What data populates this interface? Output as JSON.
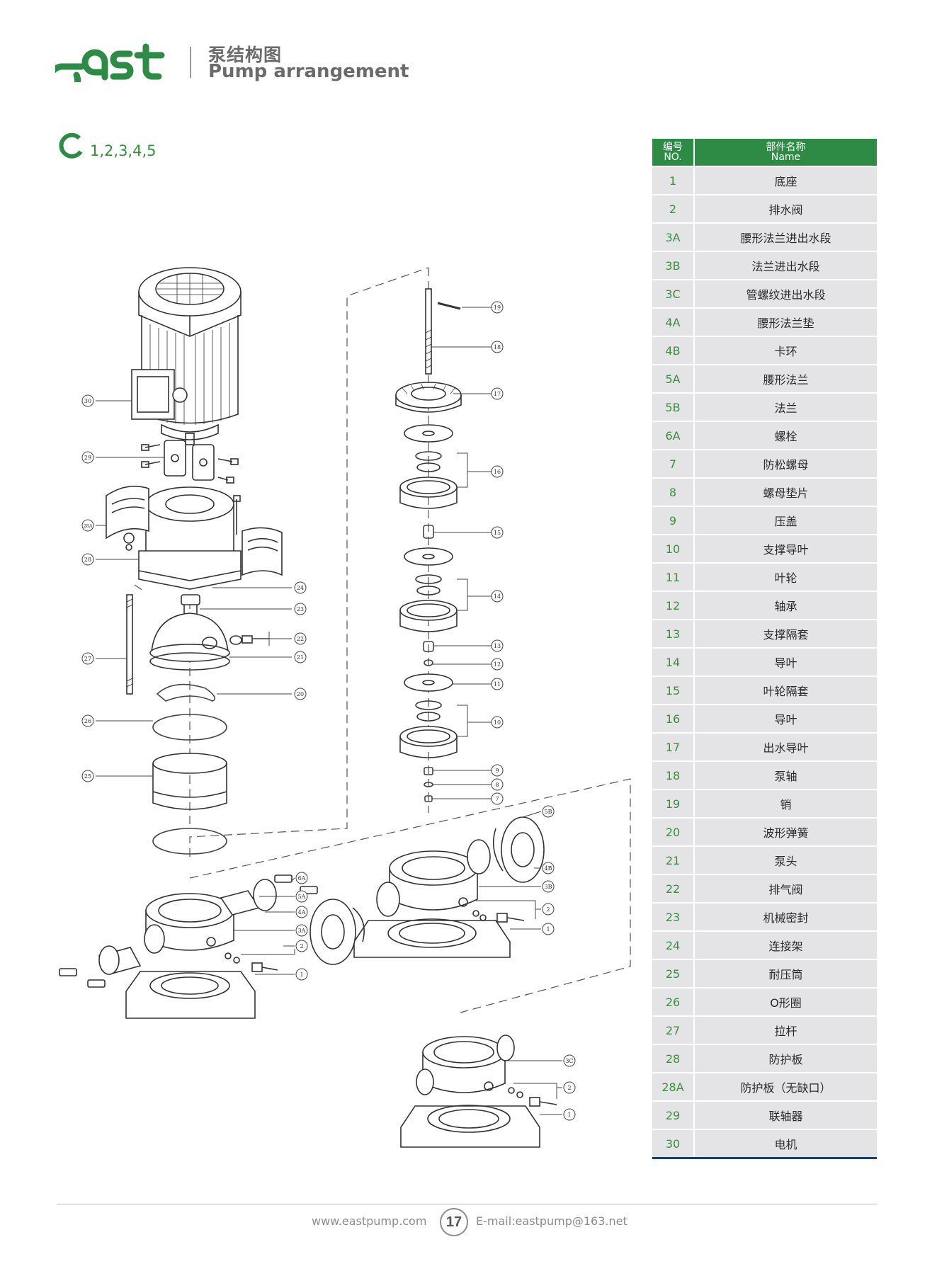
{
  "header": {
    "logo_text": "east",
    "title_cn": "泵结构图",
    "title_en": "Pump arrangement"
  },
  "series_label": "1,2,3,4,5",
  "colors": {
    "brand_green": "#2e8b45",
    "table_row": "#e4e4e6",
    "callout_line": "#444444"
  },
  "callouts": [
    "19",
    "18",
    "17",
    "16",
    "15",
    "14",
    "13",
    "12",
    "11",
    "10",
    "9",
    "8",
    "7",
    "30",
    "29",
    "28A",
    "28",
    "24",
    "23",
    "22",
    "21",
    "27",
    "20",
    "26",
    "25",
    "5B",
    "4B",
    "3B",
    "2",
    "1",
    "6A",
    "5A",
    "4A",
    "3A",
    "2",
    "1",
    "3C",
    "2",
    "1"
  ],
  "table": {
    "head_no_cn": "编号",
    "head_no_en": "NO.",
    "head_name_cn": "部件名称",
    "head_name_en": "Name",
    "rows": [
      {
        "no": "1",
        "name": "底座"
      },
      {
        "no": "2",
        "name": "排水阀"
      },
      {
        "no": "3A",
        "name": "腰形法兰进出水段"
      },
      {
        "no": "3B",
        "name": "法兰进出水段"
      },
      {
        "no": "3C",
        "name": "管螺纹进出水段"
      },
      {
        "no": "4A",
        "name": "腰形法兰垫"
      },
      {
        "no": "4B",
        "name": "卡环"
      },
      {
        "no": "5A",
        "name": "腰形法兰"
      },
      {
        "no": "5B",
        "name": "法兰"
      },
      {
        "no": "6A",
        "name": "螺栓"
      },
      {
        "no": "7",
        "name": "防松螺母"
      },
      {
        "no": "8",
        "name": "螺母垫片"
      },
      {
        "no": "9",
        "name": "压盖"
      },
      {
        "no": "10",
        "name": "支撑导叶"
      },
      {
        "no": "11",
        "name": "叶轮"
      },
      {
        "no": "12",
        "name": "轴承"
      },
      {
        "no": "13",
        "name": "支撑隔套"
      },
      {
        "no": "14",
        "name": "导叶"
      },
      {
        "no": "15",
        "name": "叶轮隔套"
      },
      {
        "no": "16",
        "name": "导叶"
      },
      {
        "no": "17",
        "name": "出水导叶"
      },
      {
        "no": "18",
        "name": "泵轴"
      },
      {
        "no": "19",
        "name": "销"
      },
      {
        "no": "20",
        "name": "波形弹簧"
      },
      {
        "no": "21",
        "name": "泵头"
      },
      {
        "no": "22",
        "name": "排气阀"
      },
      {
        "no": "23",
        "name": "机械密封"
      },
      {
        "no": "24",
        "name": "连接架"
      },
      {
        "no": "25",
        "name": "耐压筒"
      },
      {
        "no": "26",
        "name": "O形圈"
      },
      {
        "no": "27",
        "name": "拉杆"
      },
      {
        "no": "28",
        "name": "防护板"
      },
      {
        "no": "28A",
        "name": "防护板（无缺口）"
      },
      {
        "no": "29",
        "name": "联轴器"
      },
      {
        "no": "30",
        "name": "电机"
      }
    ]
  },
  "footer": {
    "website": "www.eastpump.com",
    "page_number": "17",
    "email": "E-mail:eastpump@163.net"
  }
}
